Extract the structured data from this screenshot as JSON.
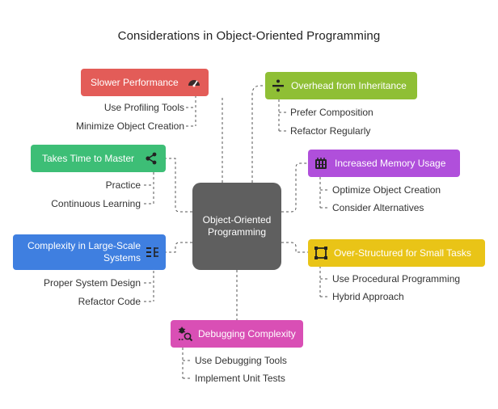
{
  "title": "Considerations in Object-Oriented Programming",
  "center": "Object-Oriented Programming",
  "colors": {
    "red": "#e35c58",
    "green": "#3dbe76",
    "blue": "#3f7fe0",
    "olive": "#8fbf35",
    "purple": "#b04fdb",
    "yellow": "#e9c417",
    "pink": "#d94fb5",
    "center": "#5f5f5f"
  },
  "nodes": {
    "slower": {
      "label": "Slower Performance",
      "icon": "speedometer-icon",
      "items": [
        "Use Profiling Tools",
        "Minimize Object Creation"
      ]
    },
    "master": {
      "label": "Takes Time to Master",
      "icon": "share-nodes-icon",
      "items": [
        "Practice",
        "Continuous Learning"
      ]
    },
    "complexity": {
      "label": "Complexity in Large-Scale Systems",
      "icon": "tree-structure-icon",
      "items": [
        "Proper System Design",
        "Refactor Code"
      ]
    },
    "overhead": {
      "label": "Overhead from Inheritance",
      "icon": "divide-icon",
      "items": [
        "Prefer Composition",
        "Refactor Regularly"
      ]
    },
    "memory": {
      "label": "Increased Memory Usage",
      "icon": "memory-chip-icon",
      "items": [
        "Optimize Object Creation",
        "Consider Alternatives"
      ]
    },
    "over": {
      "label": "Over-Structured for Small Tasks",
      "icon": "frame-icon",
      "items": [
        "Use Procedural Programming",
        "Hybrid Approach"
      ]
    },
    "debug": {
      "label": "Debugging Complexity",
      "icon": "bug-search-icon",
      "items": [
        "Use Debugging Tools",
        "Implement Unit Tests"
      ]
    }
  }
}
